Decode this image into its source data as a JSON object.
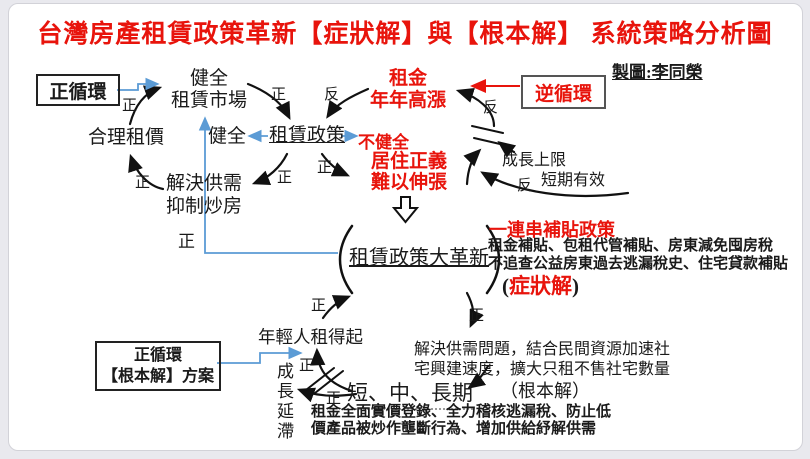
{
  "slide": {
    "title": "台灣房產租賃政策革新【症狀解】與【根本解】 系統策略分析圖",
    "credit": "製圖:李同榮",
    "colors": {
      "red": "#e8140c",
      "blue": "#5b9bd5",
      "black": "#1a1a1a"
    }
  },
  "boxes": {
    "positive_cycle": "正循環",
    "negative_cycle": "逆循環",
    "root_solution_line1": "正循環",
    "root_solution_line2": "【根本解】方案"
  },
  "nodes": {
    "healthy_market_l1": "健全",
    "healthy_market_l2": "租賃市場",
    "rent_rising_l1": "租金",
    "rent_rising_l2": "年年高漲",
    "fair_rent": "合理租價",
    "healthy": "健全",
    "rental_policy": "租賃政策",
    "unhealthy": "不健全",
    "solve_supply_l1": "解決供需",
    "solve_supply_l2": "抑制炒房",
    "justice_l1": "居住正義",
    "justice_l2": "難以伸張",
    "growth_limit": "成長上限",
    "short_term": "短期有效",
    "reform": "租賃政策大革新",
    "young_afford": "年輕人租得起",
    "growth_stall": "成長延滯",
    "short_mid_long": "短、中、長期"
  },
  "texts": {
    "subsidy_title": "一連串補貼政策",
    "subsidy_line1": "租金補貼、包租代管補貼、房東減免囤房稅",
    "subsidy_line2": "不追查公益房東過去逃漏稅史、住宅貸款補貼",
    "symptom_open": "(",
    "symptom": "症狀解",
    "symptom_close": ")",
    "solve_detail_l1": "解決供需問題，結合民間資源加速社",
    "solve_detail_l2": "宅興建速度，擴大只租不售社宅數量",
    "root_solution": "（根本解）",
    "bottom_line1": "租金全面實價登錄、全力稽核逃漏稅、防止低",
    "bottom_line2": "價產品被炒作壟斷行為、增加供給紓解供需"
  },
  "labels": {
    "e1": "正",
    "e2": "正",
    "e3": "反",
    "e4": "反",
    "e5": "正",
    "e6": "正",
    "e7": "正",
    "e8": "反",
    "e9": "正",
    "e10": "正",
    "e11": "正",
    "e12": "正",
    "e13": "正"
  }
}
